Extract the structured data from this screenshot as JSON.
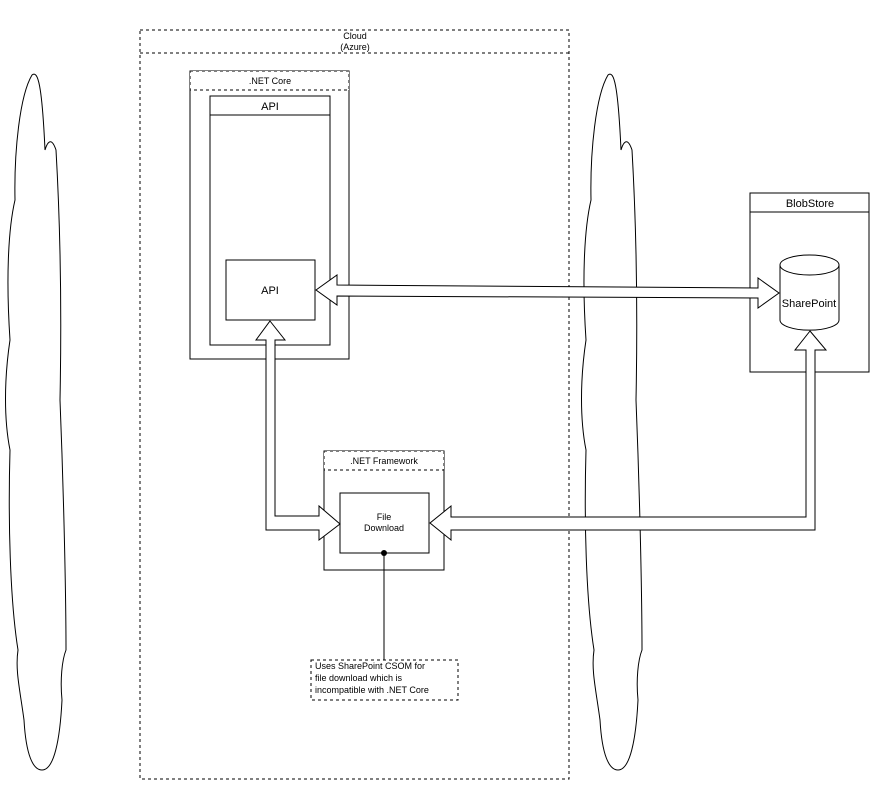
{
  "cloud_zone": {
    "title_line1": "Cloud",
    "title_line2": "(Azure)"
  },
  "netcore": {
    "title": ".NET Core",
    "api_container_title": "API",
    "api_box_label": "API"
  },
  "blobstore": {
    "title": "BlobStore",
    "database_label": "SharePoint"
  },
  "netframework": {
    "title": ".NET Framework",
    "file_download_line1": "File",
    "file_download_line2": "Download"
  },
  "note": {
    "line1": "Uses SharePoint CSOM for",
    "line2": "file download which is",
    "line3": "incompatible with .NET Core"
  },
  "colors": {
    "stroke": "#000000",
    "background": "#ffffff"
  }
}
